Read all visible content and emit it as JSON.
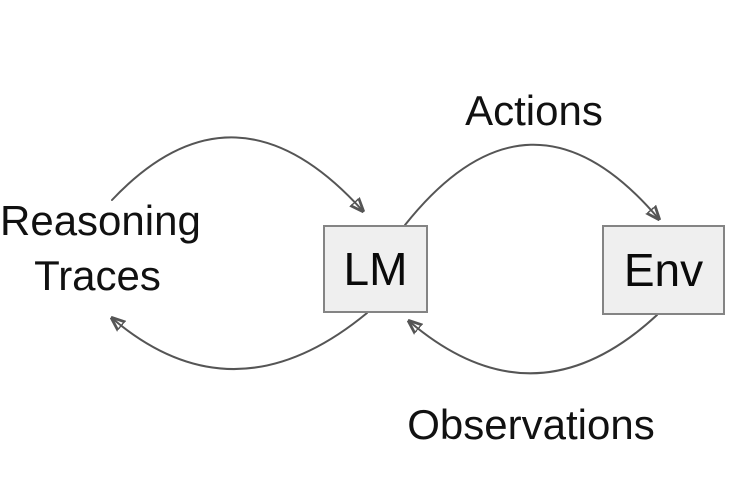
{
  "diagram": {
    "background": "#ffffff",
    "labels": {
      "reasoning_line1": "Reasoning",
      "reasoning_line2": "Traces",
      "actions": "Actions",
      "observations": "Observations"
    },
    "nodes": {
      "lm": {
        "label": "LM"
      },
      "env": {
        "label": "Env"
      }
    },
    "edges": [
      {
        "name": "reasoning-traces-to-lm",
        "from": "reasoning-traces",
        "to": "lm"
      },
      {
        "name": "lm-to-reasoning-traces",
        "from": "lm",
        "to": "reasoning-traces"
      },
      {
        "name": "lm-to-env",
        "from": "lm",
        "to": "env",
        "label": "Actions"
      },
      {
        "name": "env-to-lm",
        "from": "env",
        "to": "lm",
        "label": "Observations"
      }
    ],
    "colors": {
      "arrow": "#555555",
      "box_fill": "#efefef",
      "box_border": "#848484",
      "text": "#111111",
      "background": "#ffffff"
    }
  }
}
